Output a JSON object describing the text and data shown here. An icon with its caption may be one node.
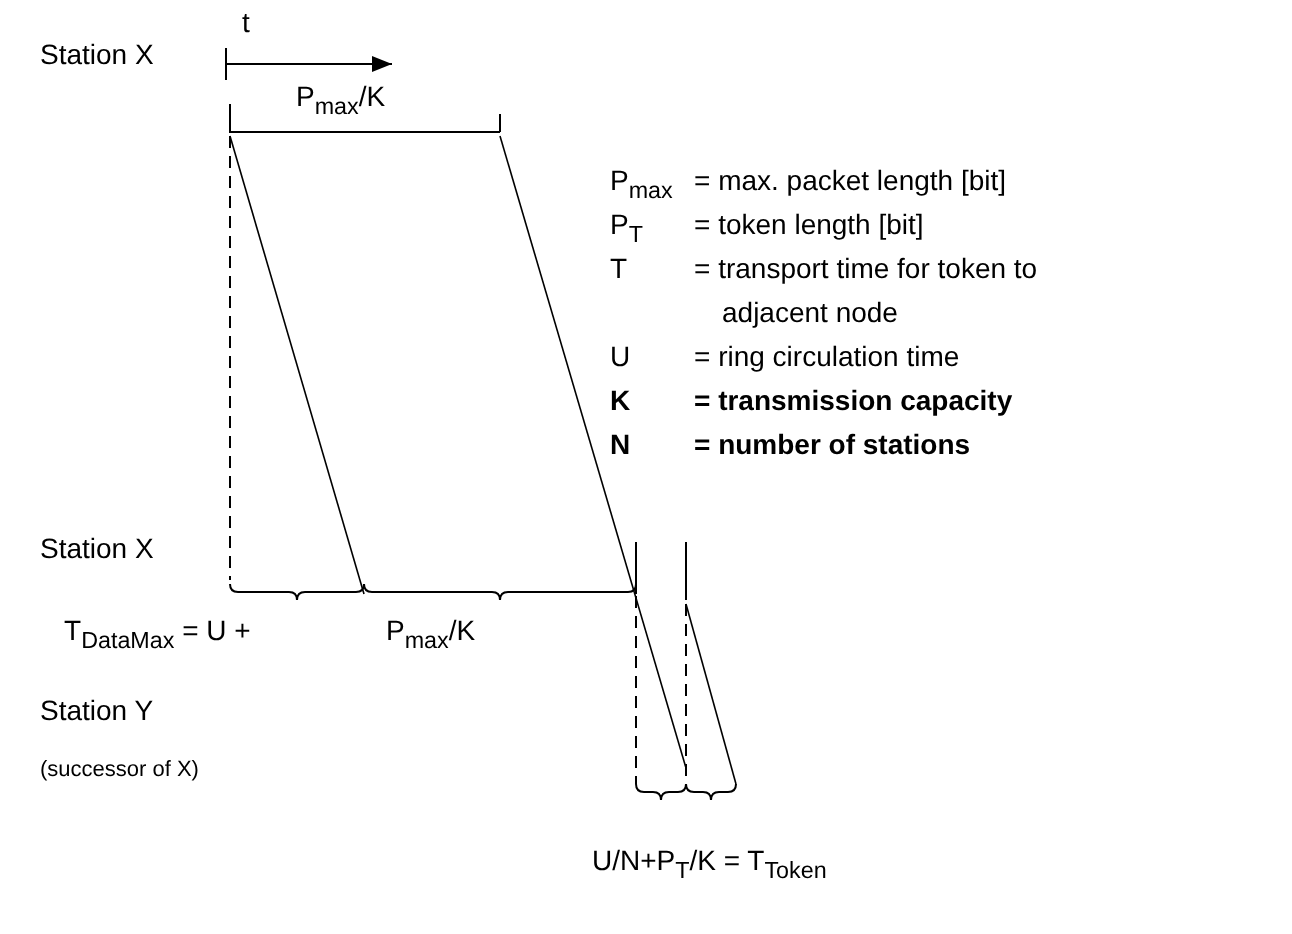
{
  "diagram": {
    "labels": [
      "t",
      "Station X",
      "P$_{max}$/K",
      "P$_{max}$",
      "= max. packet length [bit]",
      "P$_{T}$",
      "= token length [bit]",
      "T",
      "= transport time for token to adjacent node",
      "U",
      "= ring circulation time",
      "K",
      "= transmission capacity",
      "N",
      "= number of stations",
      "Station X",
      "T$_{DataMax}$ = U +",
      "P$_{max}$/K",
      "Station Y",
      "(successor of X)",
      "U/N+P$_{T}$/K = T$_{Token}$"
    ]
  }
}
